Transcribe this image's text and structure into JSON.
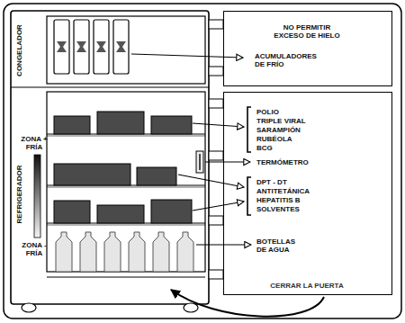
{
  "diagram": {
    "nodes": [
      {
        "text": [
          "NO PERMITIR EXCESO DE HIELO",
          "ACUMULADORES DE FRÍO"
        ]
      },
      {
        "text": [
          "POLIO",
          "TRIPLE VIRAL",
          "SARAMPIÓN",
          "RUBÉOLA",
          "BCG",
          "TERMÓMETRO",
          "DPT - DT",
          "ANTITETÁNICA",
          "HEPATITIS B",
          "SOLVENTES",
          "BOTELLAS DE AGUA",
          "CERRAR LA PUERTA"
        ]
      }
    ],
    "labels": [
      "CONGELADOR",
      "ZONA + FRÍA",
      "REFRIGERADOR",
      "ZONA - FRÍA"
    ]
  }
}
